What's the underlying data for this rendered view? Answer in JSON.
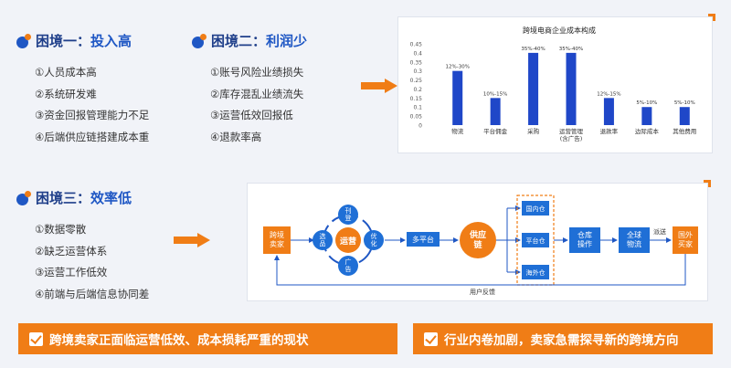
{
  "dilemma1": {
    "prefix": "困境一：",
    "keyword": "投入高",
    "items": [
      "①人员成本高",
      "②系统研发难",
      "③资金回报管理能力不足",
      "④后端供应链搭建成本重"
    ]
  },
  "dilemma2": {
    "prefix": "困境二：",
    "keyword": "利润少",
    "items": [
      "①账号风险业绩损失",
      "②库存混乱业绩流失",
      "③运营低效回报低",
      "④退款率高"
    ]
  },
  "dilemma3": {
    "prefix": "困境三：",
    "keyword": "效率低",
    "items": [
      "①数据零散",
      "②缺乏运营体系",
      "③运营工作低效",
      "④前端与后端信息协同差"
    ]
  },
  "chart_data": {
    "type": "bar",
    "title": "跨境电商企业成本构成",
    "categories": [
      "物流",
      "平台佣金",
      "采购",
      "运营管理|(含广告)",
      "退款率",
      "边际成本",
      "其他费用"
    ],
    "values": [
      0.3,
      0.15,
      0.4,
      0.4,
      0.15,
      0.1,
      0.1
    ],
    "data_labels": [
      "12%-30%",
      "10%-15%",
      "35%-40%",
      "35%-40%",
      "12%-15%",
      "5%-10%",
      "5%-10%"
    ],
    "ylim": [
      0,
      0.45
    ],
    "yticks": [
      "0",
      "0.05",
      "0.1",
      "0.15",
      "0.2",
      "0.25",
      "0.3",
      "0.35",
      "0.4",
      "0.45"
    ],
    "bar_color": "#1f47c8",
    "grid": false
  },
  "flow": {
    "seller": "跨境|卖家",
    "center": "运营",
    "ring": [
      "刊|登",
      "优|化",
      "广|告",
      "选|品"
    ],
    "multi_platform": "多平台",
    "supply_chain": "供应|链",
    "warehouses": [
      "国内仓",
      "平台仓",
      "海外仓"
    ],
    "warehouse_ops": "仓库|操作",
    "global_logistics": "全球|物流",
    "delivery": "派送",
    "buyer": "国外|买家",
    "feedback": "用户反馈"
  },
  "colors": {
    "accent": "#f07d16",
    "primary": "#1f57c4",
    "box_blue": "#1f6fd6"
  },
  "banner": {
    "left": "跨境卖家正面临运营低效、成本损耗严重的现状",
    "right": "行业内卷加剧，卖家急需探寻新的跨境方向"
  }
}
